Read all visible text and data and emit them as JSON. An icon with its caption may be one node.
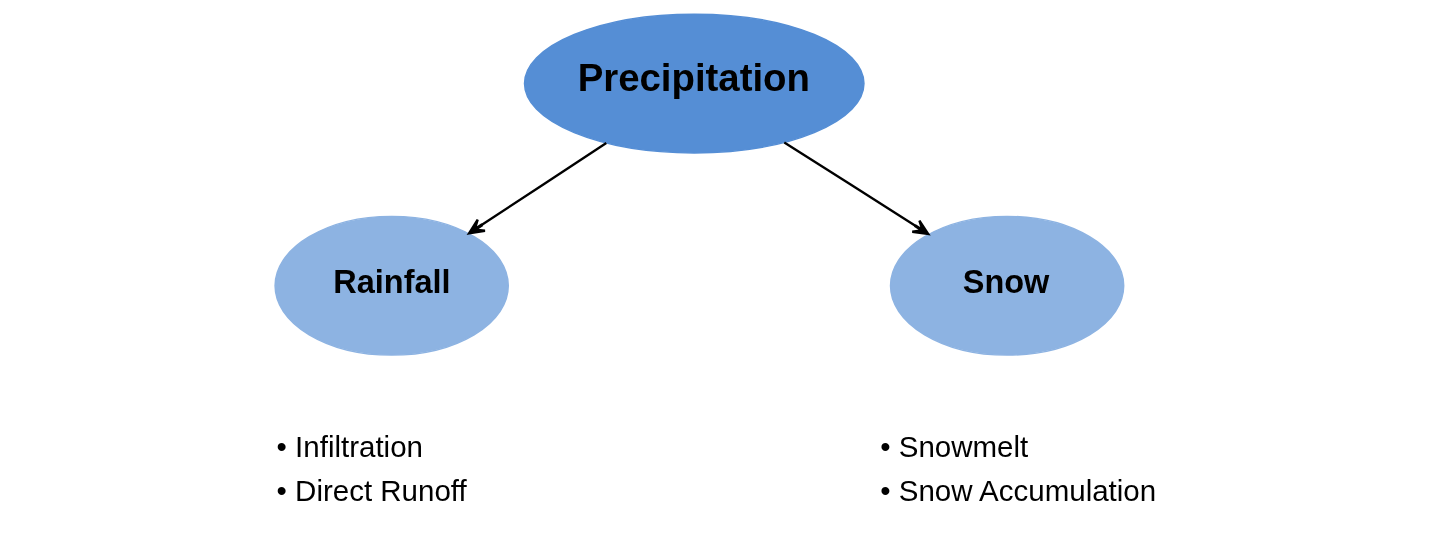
{
  "diagram": {
    "nodes": [
      {
        "text": [
          "Precipitation"
        ]
      },
      {
        "text": [
          "Rainfall"
        ],
        "beside": [
          "• Infiltration",
          "• Direct Runoff"
        ]
      },
      {
        "text": [
          "Snow"
        ],
        "beside": [
          "• Snowmelt",
          "• Snow Accumulation"
        ]
      }
    ],
    "edges": [
      {
        "from": 0,
        "to": 1,
        "arrow": "to"
      },
      {
        "from": 0,
        "to": 2,
        "arrow": "to"
      }
    ]
  }
}
